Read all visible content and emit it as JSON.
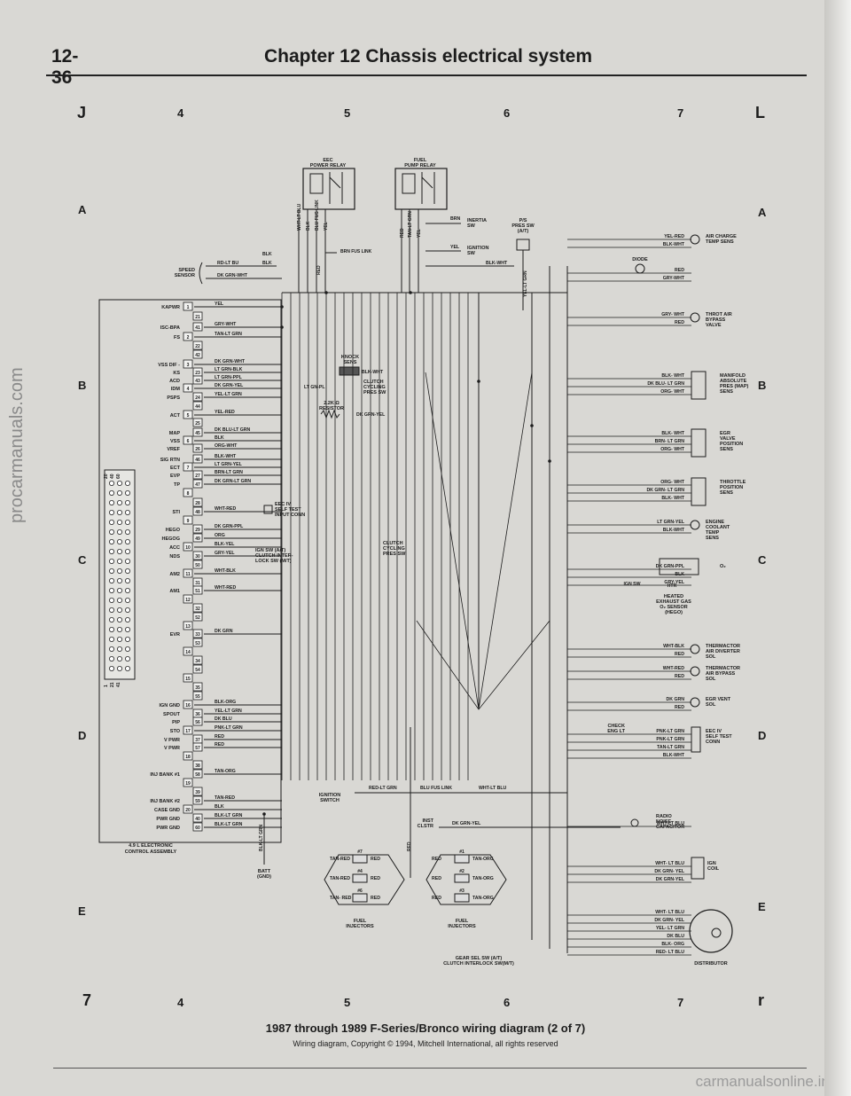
{
  "header": {
    "page_number": "12-36",
    "chapter_title": "Chapter 12  Chassis electrical system"
  },
  "grid": {
    "columns": [
      "4",
      "5",
      "6",
      "7"
    ],
    "rows": [
      "A",
      "B",
      "C",
      "D",
      "E"
    ],
    "corner_left": "J",
    "corner_right": "L",
    "corner_bottom_left": "7",
    "corner_bottom_right": "r"
  },
  "caption": {
    "title": "1987 through 1989 F-Series/Bronco wiring diagram (2 of 7)",
    "copyright": "Wiring diagram, Copyright © 1994, Mitchell International, all rights reserved"
  },
  "watermarks": {
    "side": "procarmanuals.com",
    "bottom": "carmanualsonline.info"
  },
  "diagram": {
    "relays": [
      {
        "id": "eec",
        "lines": [
          "EEC",
          "POWER RELAY"
        ]
      },
      {
        "id": "fuel",
        "lines": [
          "FUEL",
          "PUMP RELAY"
        ]
      }
    ],
    "left_pins": [
      {
        "name": "KAPWR",
        "pin": "1",
        "pin2": "21",
        "wire": "YEL"
      },
      {
        "name": "ISC-BPA",
        "pin": "41",
        "pin2": "",
        "wire": "GRY-WHT"
      },
      {
        "name": "FS",
        "pin": "2",
        "pin2": "22",
        "wire": "TAN-LT GRN"
      },
      {
        "name": "VSS DIF -",
        "pin": "3",
        "pin2": "42",
        "wire": "DK GRN-WHT"
      },
      {
        "name": "KS",
        "pin": "23",
        "pin2": "",
        "wire": "LT GRN-BLK"
      },
      {
        "name": "ACD",
        "pin": "43",
        "pin2": "",
        "wire": "LT GRN-PPL"
      },
      {
        "name": "IDM",
        "pin": "4",
        "pin2": "",
        "wire": "DK GRN-YEL"
      },
      {
        "name": "PSPS",
        "pin": "24",
        "pin2": "44",
        "wire": "YEL-LT GRN"
      },
      {
        "name": "ACT",
        "pin": "5",
        "pin2": "25",
        "wire": "YEL-RED"
      },
      {
        "name": "MAP",
        "pin": "45",
        "pin2": "",
        "wire": "DK BLU-LT GRN"
      },
      {
        "name": "VSS",
        "pin": "6",
        "pin2": "",
        "wire": "BLK"
      },
      {
        "name": "VREF",
        "pin": "26",
        "pin2": "",
        "wire": "ORG-WHT"
      },
      {
        "name": "SIG RTN",
        "pin": "46",
        "pin2": "",
        "wire": "BLK-WHT"
      },
      {
        "name": "ECT",
        "pin": "7",
        "pin2": "",
        "wire": "LT GRN-YEL"
      },
      {
        "name": "EVP",
        "pin": "27",
        "pin2": "",
        "wire": "BRN-LT GRN"
      },
      {
        "name": "TP",
        "pin": "47",
        "pin2": "",
        "wire": "DK GRN-LT GRN"
      },
      {
        "name": "STI",
        "pin": "48",
        "pin2": "",
        "wire": "WHT-RED"
      },
      {
        "name": "HEGO",
        "pin": "29",
        "pin2": "",
        "wire": "DK GRN-PPL"
      },
      {
        "name": "HEGOG",
        "pin": "49",
        "pin2": "",
        "wire": "ORG"
      },
      {
        "name": "ACC",
        "pin": "10",
        "pin2": "",
        "wire": "BLK-YEL"
      },
      {
        "name": "NDS",
        "pin": "30",
        "pin2": "",
        "wire": "GRY-YEL"
      },
      {
        "name": "AM2",
        "pin": "11",
        "pin2": "",
        "wire": "WHT-BLK"
      },
      {
        "name": "AM1",
        "pin": "51",
        "pin2": "",
        "wire": "WHT-RED"
      },
      {
        "name": "EVR",
        "pin": "33",
        "pin2": "",
        "wire": "DK GRN"
      },
      {
        "name": "IGN GND",
        "pin": "16",
        "pin2": "",
        "wire": "BLK-ORG"
      },
      {
        "name": "SPOUT",
        "pin": "36",
        "pin2": "",
        "wire": "YEL-LT GRN"
      },
      {
        "name": "PIP",
        "pin": "56",
        "pin2": "",
        "wire": "DK BLU"
      },
      {
        "name": "STO",
        "pin": "17",
        "pin2": "",
        "wire": "PNK-LT GRN"
      },
      {
        "name": "V PWR",
        "pin": "37",
        "pin2": "",
        "wire": "RED"
      },
      {
        "name": "V PWR",
        "pin": "57",
        "pin2": "",
        "wire": "RED"
      },
      {
        "name": "INJ BANK #1",
        "pin": "58",
        "pin2": "",
        "wire": "TAN-ORG"
      },
      {
        "name": "INJ BANK #2",
        "pin": "59",
        "pin2": "",
        "wire": "TAN-RED"
      },
      {
        "name": "CASE GND",
        "pin": "20",
        "pin2": "",
        "wire": "BLK"
      },
      {
        "name": "PWR GND",
        "pin": "40",
        "pin2": "",
        "wire": "BLK-LT GRN"
      },
      {
        "name": "PWR GND",
        "pin": "60",
        "pin2": "",
        "wire": "BLK-LT GRN"
      }
    ],
    "unused_pins": [
      "8",
      "28",
      "9",
      "50",
      "31",
      "12",
      "32",
      "52",
      "13",
      "53",
      "14",
      "34",
      "54",
      "15",
      "35",
      "55",
      "18",
      "38",
      "19",
      "39"
    ],
    "module_label": [
      "4.9 L ELECTRONIC",
      "CONTROL ASSEMBLY"
    ],
    "connector_numbers": [
      "20",
      "40",
      "60",
      "1",
      "21",
      "41"
    ],
    "speed_sensor": {
      "label": [
        "SPEED",
        "SENSOR"
      ],
      "wires": [
        "RD-LT BU",
        "DK GRN-WHT",
        "BLK",
        "BLK"
      ]
    },
    "center_labels": {
      "relay_wires": [
        "WHT-LT BLU",
        "BLK",
        "BLU FUS LINK",
        "YEL",
        "RED",
        "RED",
        "TAN-LT GRN",
        "YEL",
        "BRN FUS LINK"
      ],
      "inertia_sw": [
        "INERTIA",
        "SW"
      ],
      "ignition_sw": [
        "IGNITION",
        "SW"
      ],
      "ps_pres_sw": [
        "P/S",
        "PRES SW",
        "(A/T)"
      ],
      "brn": "BRN",
      "yel": "YEL",
      "blk_wht": "BLK-WHT",
      "yel_lt_grn": "YEL-LT GRN",
      "knock_sens": [
        "KNOCK",
        "SENS"
      ],
      "knock_wire": "BLK-WHT",
      "clutch_cycling": [
        "CLUTCH",
        "CYCLING",
        "PRES SW"
      ],
      "lt_gn_pl": "LT GN-PL",
      "resistor": [
        "2.2K Ω",
        "RESISTOR"
      ],
      "resistor_wire": "DK GRN-YEL",
      "eec_iv_test": [
        "EEC IV",
        "SELF TEST",
        "INPUT CONN"
      ],
      "clutch_cycling_2": [
        "CLUTCH",
        "CYCLING",
        "PRES SW"
      ],
      "ign_sw_at": [
        "IGN SW (A/T)",
        "CLUTCH INTER-",
        "LOCK SW (M/T)"
      ],
      "ignition_switch": [
        "IGNITION",
        "SWITCH"
      ],
      "ign_switch_wires": [
        "RED-LT GRN",
        "BLU FUS LINK",
        "WHT-LT BLU"
      ],
      "inst_clstr": [
        "INST",
        "CLSTR"
      ],
      "inst_wire": "DK GRN-YEL",
      "batt": [
        "BATT",
        "(GND)"
      ],
      "batt_wire": "BLK-LT GRN",
      "red_vertical": "RED",
      "injectors_left": {
        "label": [
          "FUEL",
          "INJECTORS"
        ],
        "rows": [
          [
            "TAN-RED",
            "#7",
            "RED"
          ],
          [
            "TAN-RED",
            "#4",
            "RED"
          ],
          [
            "TAN- RED",
            "#6",
            "RED"
          ]
        ]
      },
      "injectors_right": {
        "label": [
          "FUEL",
          "INJECTORS"
        ],
        "rows": [
          [
            "RED",
            "#1",
            "TAN-ORG"
          ],
          [
            "RED",
            "#2",
            "TAN-ORG"
          ],
          [
            "RED",
            "#3",
            "TAN-ORG"
          ]
        ]
      },
      "gear_sel": [
        "GEAR SEL SW (A/T)",
        "CLUTCH INTERLOCK SW(M/T)"
      ]
    },
    "right_components": [
      {
        "name": [
          "AIR CHARGE",
          "TEMP SENS"
        ],
        "wires": [
          "YEL-RED",
          "BLK-WHT"
        ]
      },
      {
        "name": [
          "DIODE"
        ],
        "wires": [
          "RED",
          "GRY-WHT"
        ]
      },
      {
        "name": [
          "THROT AIR",
          "BYPASS",
          "VALVE"
        ],
        "wires": [
          "GRY- WHT",
          "RED"
        ]
      },
      {
        "name": [
          "MANIFOLD",
          "ABSOLUTE",
          "PRES (MAP)",
          "SENS"
        ],
        "wires": [
          "BLK- WHT",
          "DK BLU- LT GRN",
          "ORG- WHT"
        ]
      },
      {
        "name": [
          "EGR",
          "VALVE",
          "POSITION",
          "SENS"
        ],
        "wires": [
          "BLK- WHT",
          "BRN- LT GRN",
          "ORG- WHT"
        ]
      },
      {
        "name": [
          "THROTTLE",
          "POSITION",
          "SENS"
        ],
        "wires": [
          "ORG- WHT",
          "DK GRN- LT GRN",
          "BLK- WHT"
        ]
      },
      {
        "name": [
          "ENGINE",
          "COOLANT",
          "TEMP",
          "SENS"
        ],
        "wires": [
          "LT GRN-YEL",
          "BLK-WHT"
        ]
      },
      {
        "name": [
          "HEATED",
          "EXHAUST GAS",
          "O₂ SENSOR",
          "(HEGO)"
        ],
        "wires": [
          "DK GRN-PPL",
          "BLK",
          "GRY-YEL",
          "IGN SW",
          "HTR",
          "O₂"
        ]
      },
      {
        "name": [
          "THERMACTOR",
          "AIR DIVERTER",
          "SOL"
        ],
        "wires": [
          "WHT-BLK",
          "RED"
        ]
      },
      {
        "name": [
          "THERMACTOR",
          "AIR BYPASS",
          "SOL"
        ],
        "wires": [
          "WHT-RED",
          "RED"
        ]
      },
      {
        "name": [
          "EGR VENT",
          "SOL"
        ],
        "wires": [
          "DK GRN",
          "RED"
        ]
      },
      {
        "name": [
          "EEC IV",
          "SELF TEST",
          "CONN"
        ],
        "wires": [
          "PNK-LT GRN",
          "PNK-LT GRN",
          "TAN-LT GRN",
          "BLK-WHT"
        ]
      },
      {
        "name": [
          "RADIO",
          "NOISE",
          "CAPACITOR"
        ],
        "wires": [
          "WHT-LT BLU"
        ]
      },
      {
        "name": [
          "IGN",
          "COIL"
        ],
        "wires": [
          "WHT- LT BLU",
          "DK GRN- YEL",
          "DK GRN-YEL"
        ]
      },
      {
        "name": [
          "DISTRIBUTOR"
        ],
        "wires": [
          "WHT- LT BLU",
          "DK GRN- YEL",
          "YEL- LT GRN",
          "DK BLU",
          "BLK- ORG",
          "RED- LT BLU"
        ]
      }
    ],
    "check_eng_lt": [
      "CHECK",
      "ENG LT"
    ]
  }
}
